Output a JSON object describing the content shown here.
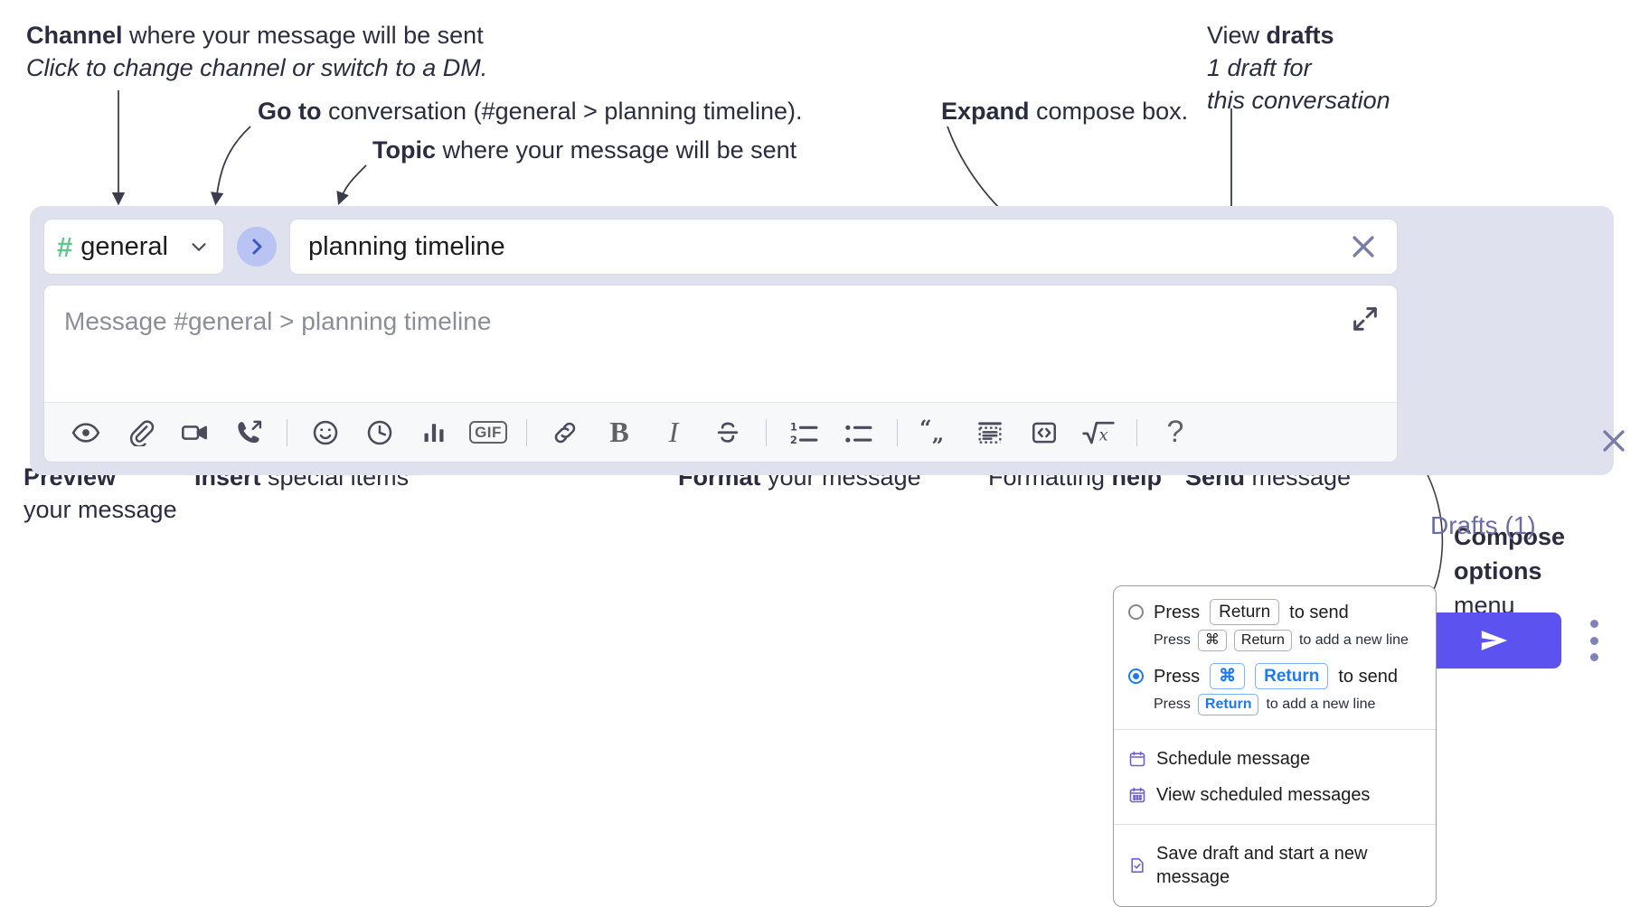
{
  "annotations": {
    "channel": {
      "line1_bold": "Channel",
      "line1_rest": " where your message will be sent",
      "line2_italic": "Click to change channel or switch to a DM."
    },
    "goto": {
      "bold": "Go to",
      "rest": " conversation (#general > planning timeline)."
    },
    "topic": {
      "bold": "Topic",
      "rest": " where your message will be sent"
    },
    "expand": {
      "bold": "Expand",
      "rest": " compose box."
    },
    "drafts": {
      "line1_plain": "View ",
      "line1_bold": "drafts",
      "line2_italic": "1 draft for",
      "line3_italic": "this conversation"
    },
    "preview": {
      "bold": "Preview",
      "line2": "your message"
    },
    "insert": {
      "bold": "Insert",
      "rest": " special items"
    },
    "format": {
      "bold": "Format",
      "rest": " your message"
    },
    "formatting_help": {
      "plain": "Formatting ",
      "bold": "help"
    },
    "send": {
      "bold": "Send",
      "rest": " message"
    },
    "compose_options": {
      "line1_bold": "Compose",
      "line2_bold": "options",
      "line3_plain": "menu"
    }
  },
  "compose": {
    "channel": {
      "hash_icon": "hash-icon",
      "name": "general",
      "chevron_icon": "chevron-down-icon"
    },
    "goto_button": {
      "icon": "chevron-right-icon",
      "label": "Go to conversation"
    },
    "topic": {
      "value": "planning timeline",
      "clear_icon": "close-icon"
    },
    "message": {
      "placeholder": "Message #general > planning timeline",
      "value": "",
      "expand_icon": "expand-icon"
    },
    "toolbar": [
      {
        "name": "preview-button",
        "icon": "eye-icon",
        "group": "preview"
      },
      {
        "name": "attach-button",
        "icon": "paperclip-icon",
        "group": "insert"
      },
      {
        "name": "video-clip-button",
        "icon": "video-camera-icon",
        "group": "insert"
      },
      {
        "name": "audio-clip-button",
        "icon": "phone-arrow-icon",
        "group": "insert"
      },
      {
        "name": "emoji-button",
        "icon": "smiley-icon",
        "group": "insert"
      },
      {
        "name": "reminder-button",
        "icon": "clock-icon",
        "group": "insert"
      },
      {
        "name": "poll-button",
        "icon": "bar-chart-icon",
        "group": "insert"
      },
      {
        "name": "gif-button",
        "icon": "gif-icon",
        "label": "GIF",
        "group": "insert"
      },
      {
        "name": "link-button",
        "icon": "link-icon",
        "group": "format"
      },
      {
        "name": "bold-button",
        "icon": "bold-icon",
        "label": "B",
        "group": "format"
      },
      {
        "name": "italic-button",
        "icon": "italic-icon",
        "label": "I",
        "group": "format"
      },
      {
        "name": "strikethrough-button",
        "icon": "strikethrough-icon",
        "label": "S",
        "group": "format"
      },
      {
        "name": "ordered-list-button",
        "icon": "ordered-list-icon",
        "group": "format"
      },
      {
        "name": "bulleted-list-button",
        "icon": "bulleted-list-icon",
        "group": "format"
      },
      {
        "name": "blockquote-button",
        "icon": "quote-icon",
        "group": "format"
      },
      {
        "name": "code-block-button",
        "icon": "code-block-icon",
        "group": "format"
      },
      {
        "name": "inline-code-button",
        "icon": "code-brackets-icon",
        "group": "format"
      },
      {
        "name": "math-button",
        "icon": "square-root-icon",
        "group": "format"
      },
      {
        "name": "formatting-help-button",
        "icon": "question-mark-icon",
        "label": "?",
        "group": "help"
      }
    ],
    "drafts_label": "Drafts (1)",
    "send_button": {
      "icon": "send-paper-plane-icon",
      "label": "Send"
    },
    "compose_options_button": {
      "icon": "kebab-menu-icon",
      "label": "Compose options"
    },
    "close_button": {
      "icon": "close-icon",
      "label": "Close"
    }
  },
  "options_menu": {
    "radio_options": [
      {
        "selected": false,
        "main": {
          "pre": "Press",
          "keys": [
            "Return"
          ],
          "post": "to send"
        },
        "sub": {
          "pre": "Press",
          "keys": [
            "⌘",
            "Return"
          ],
          "post": "to add a new line"
        }
      },
      {
        "selected": true,
        "main": {
          "pre": "Press",
          "keys": [
            "⌘",
            "Return"
          ],
          "post": "to send"
        },
        "sub": {
          "pre": "Press",
          "keys": [
            "Return"
          ],
          "post": "to add a new line"
        }
      }
    ],
    "items": [
      {
        "icon": "calendar-clock-icon",
        "label": "Schedule message",
        "section": 1
      },
      {
        "icon": "calendar-grid-icon",
        "label": "View scheduled messages",
        "section": 1
      },
      {
        "icon": "document-check-icon",
        "label": "Save draft and start a new message",
        "section": 2
      }
    ]
  },
  "colors": {
    "panel_bg": "#dfe1ef",
    "send_button": "#5b52ef",
    "hash_green": "#5fc88f",
    "goto_bg": "#b9c4f2",
    "drafts_text": "#6b6ca6",
    "radio_blue": "#1e7af0",
    "menu_icon_purple": "#6b5fd6",
    "text": "#2b2c40"
  }
}
